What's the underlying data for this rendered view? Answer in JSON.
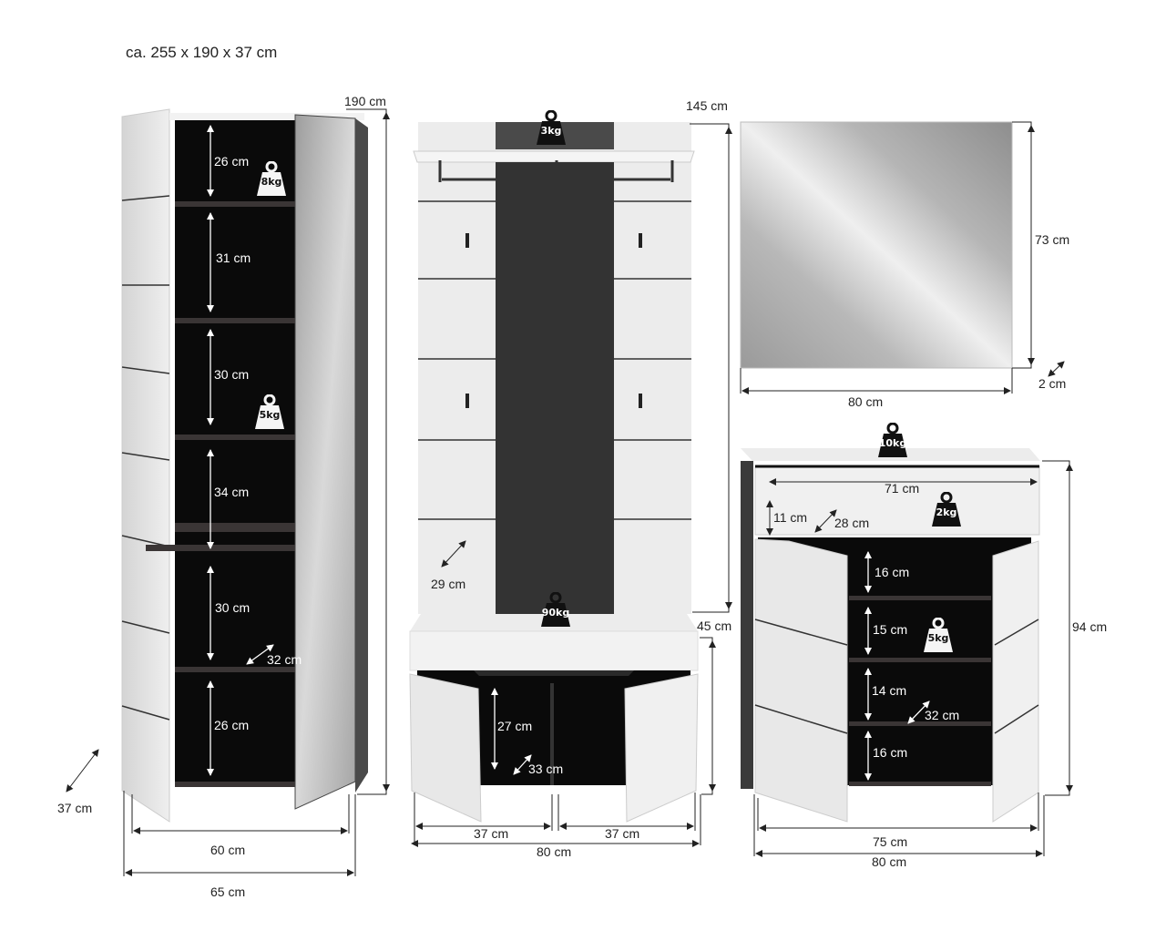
{
  "title": "ca. 255 x 190 x 37 cm",
  "colors": {
    "white_panel": "#e9e9e9",
    "dark_interior": "#0a0a0a",
    "anthracite": "#3a3a3a",
    "mirror_light": "#eeeeee",
    "mirror_dark": "#8f8f8f",
    "dimension_line": "#222222"
  },
  "tall_cabinet": {
    "height": "190 cm",
    "depth": "37 cm",
    "inner_width": "60 cm",
    "outer_width": "65 cm",
    "shelf_depth": "32 cm",
    "compartments": [
      "26 cm",
      "31 cm",
      "30 cm",
      "34 cm",
      "30 cm",
      "26 cm"
    ],
    "weights": [
      "8kg",
      "5kg"
    ]
  },
  "coat_rack": {
    "height": "145 cm",
    "depth": "29 cm",
    "shelf_weight": "3kg",
    "bench_weight": "90kg"
  },
  "bench": {
    "height": "45 cm",
    "compartment_height": "27 cm",
    "compartment_depth": "33 cm",
    "left_width": "37 cm",
    "right_width": "37 cm",
    "total_width": "80 cm"
  },
  "mirror": {
    "height": "73 cm",
    "width": "80 cm",
    "depth": "2 cm"
  },
  "shoe_cabinet": {
    "height": "94 cm",
    "top_weight": "10kg",
    "drawer_width": "71 cm",
    "drawer_height": "11 cm",
    "drawer_depth": "28 cm",
    "drawer_weight": "2kg",
    "compartments": [
      "16 cm",
      "15 cm",
      "14 cm",
      "16 cm"
    ],
    "shelf_depth": "32 cm",
    "shelf_weight": "5kg",
    "inner_width": "75 cm",
    "outer_width": "80 cm"
  }
}
